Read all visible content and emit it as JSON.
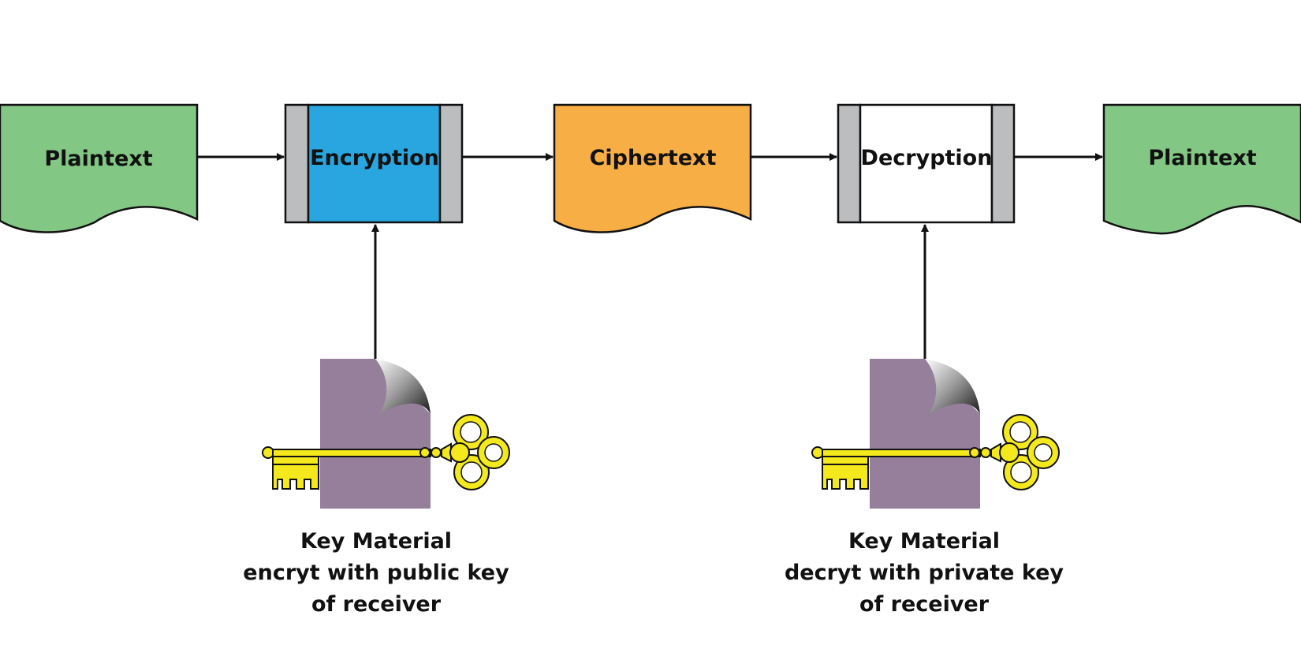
{
  "nodes": {
    "plaintext_in": {
      "label": "Plaintext",
      "fill": "#83c785"
    },
    "encryption": {
      "label": "Encryption",
      "fill": "#29a6e0",
      "side_fill": "#bcbdbf"
    },
    "ciphertext": {
      "label": "Ciphertext",
      "fill": "#f7ae44"
    },
    "decryption": {
      "label": "Decryption",
      "fill": "#ffffff",
      "side_fill": "#bcbdbf"
    },
    "plaintext_out": {
      "label": "Plaintext",
      "fill": "#83c785"
    }
  },
  "keys": {
    "encrypt_key": {
      "icon": "key-document-icon",
      "caption": [
        "Key Material",
        "encryt with public key",
        "of receiver"
      ]
    },
    "decrypt_key": {
      "icon": "key-document-icon",
      "caption": [
        "Key Material",
        "decryt with private key",
        "of receiver"
      ]
    }
  },
  "colors": {
    "key_gold": "#f4e91d",
    "document_purple": "#957f9b",
    "stroke": "#111111"
  }
}
